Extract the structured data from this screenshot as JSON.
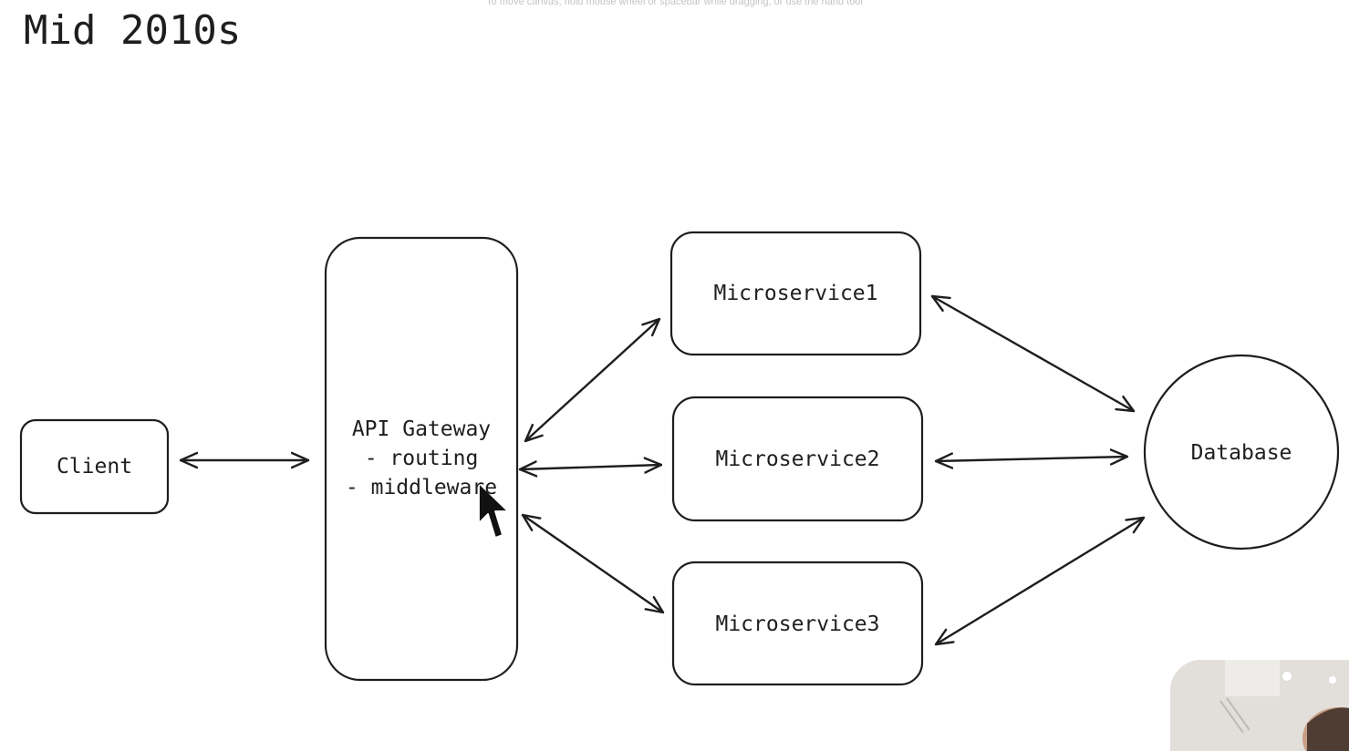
{
  "canvas_hint": "To move canvas, hold mouse wheel or spacebar while dragging, or use the hand tool",
  "title": "Mid 2010s",
  "nodes": {
    "client": "Client",
    "gateway": {
      "line1": "API Gateway",
      "line2": "- routing",
      "line3": "- middleware"
    },
    "microservice1": "Microservice1",
    "microservice2": "Microservice2",
    "microservice3": "Microservice3",
    "database": "Database"
  },
  "colors": {
    "stroke": "#1e1e1e",
    "background": "#ffffff"
  }
}
